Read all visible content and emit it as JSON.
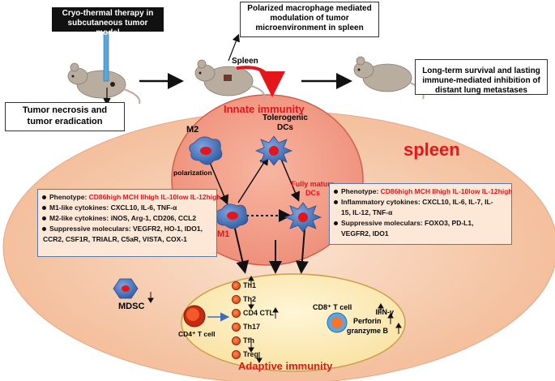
{
  "header": {
    "therapy": "Cryo-thermal therapy in subcutaneous tumor model",
    "macrophage": "Polarized macrophage mediated modulation of tumor microenvironment in spleen",
    "survival": "Long-term survival and lasting immune-mediated inhibition of distant lung metastases",
    "necrosis": "Tumor necrosis and tumor eradication",
    "spleen_tag": "Spleen"
  },
  "spleen_title": "spleen",
  "innate": {
    "title": "Innate immunity",
    "m2": "M2",
    "m1": "M1",
    "polarization": "polarization",
    "tol_dcs_line1": "Tolerogenic",
    "tol_dcs_line2": "DCs",
    "mature_line1": "Fully mature",
    "mature_line2": "DCs"
  },
  "left_panel": {
    "phenotype_label": "Phenotype: ",
    "phenotype_value": "CD86high MCH IIhigh IL-10low IL-12high",
    "m1_label": "M1-like cytokines: ",
    "m1_value": "CXCL10, IL-6, TNF-α",
    "m2_label": "M2-like cytokines: ",
    "m2_value": "iNOS, Arg-1, CD206, CCL2",
    "supp_label": "Suppressive moleculars: ",
    "supp_value_1": "VEGFR2, HO-1, IDO1,",
    "supp_value_2": "CCR2, CSF1R, TRIALR, C5aR, VISTA, COX-1"
  },
  "right_panel": {
    "phenotype_label": "Phenotype: ",
    "phenotype_value": "CD86high MCH IIhigh IL-10low IL-12high",
    "infl_label": "Inflammatory cytokines: ",
    "infl_value_1": "CXCL10, IL-6, IL-7, IL-",
    "infl_value_2": "15, IL-12, TNF-α",
    "supp_label": "Suppressive moleculars: ",
    "supp_value_1": "FOXO3, PD-L1,",
    "supp_value_2": "VEGFR2, IDO1"
  },
  "mdsc": "MDSC",
  "adaptive": {
    "title": "Adaptive immunity",
    "cd4": "CD4⁺ T cell",
    "cd8": "CD8⁺ T cell",
    "th_items": [
      "Th1",
      "Th2",
      "CD4 CTL",
      "Th17",
      "Tfh",
      "Treg"
    ],
    "cd8_items": [
      "IFN-γ",
      "Perforin",
      "granzyme B"
    ]
  },
  "colors": {
    "spleen_fill": "#f6c8a8",
    "innate_fill": "#f2a18c",
    "adaptive_fill": "#fdeab0",
    "accent_red": "#e4151b",
    "cell_blue": "#3e6db5",
    "panel_border": "#5c7aa8"
  }
}
